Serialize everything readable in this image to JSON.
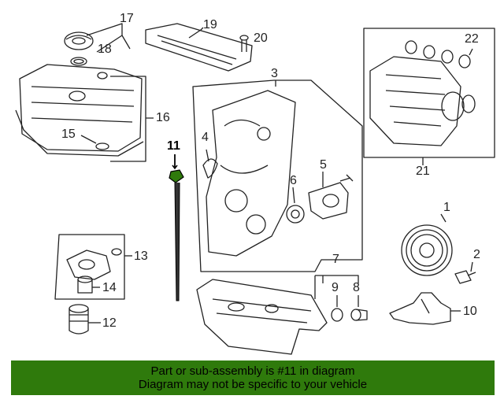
{
  "callouts": {
    "p1": "1",
    "p2": "2",
    "p3": "3",
    "p4": "4",
    "p5": "5",
    "p6": "6",
    "p7": "7",
    "p8": "8",
    "p9": "9",
    "p10": "10",
    "p11": "11",
    "p12": "12",
    "p13": "13",
    "p14": "14",
    "p15": "15",
    "p16": "16",
    "p17": "17",
    "p18": "18",
    "p19": "19",
    "p20": "20",
    "p21": "21",
    "p22": "22"
  },
  "highlight_color": "#2f7a0c",
  "banner": {
    "line1": "Part or sub-assembly is #11 in diagram",
    "line2": "Diagram may not be specific to your vehicle"
  }
}
